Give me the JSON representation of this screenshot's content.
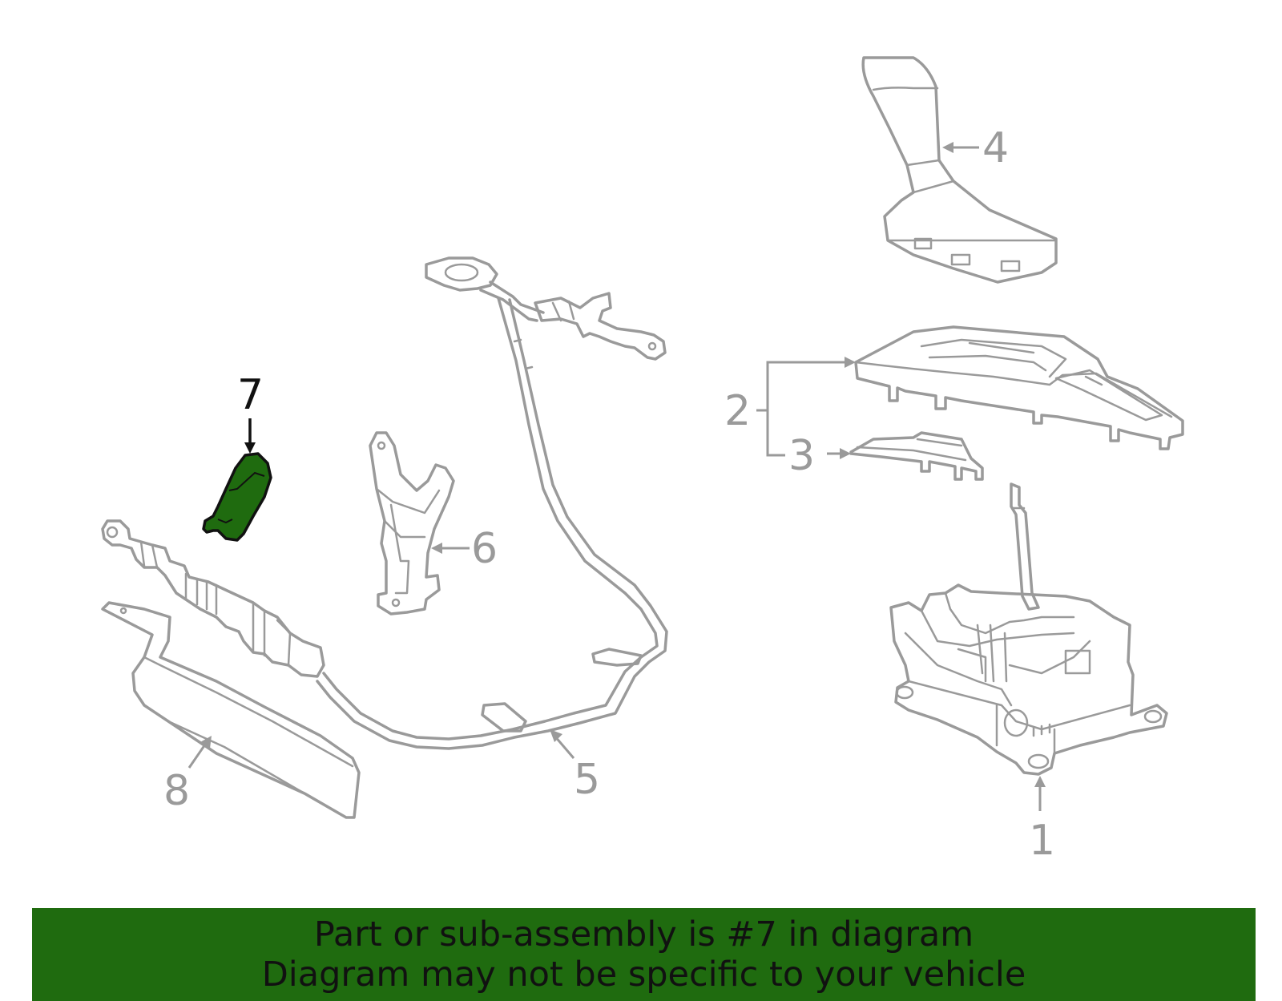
{
  "callouts": {
    "c1": "1",
    "c2": "2",
    "c3": "3",
    "c4": "4",
    "c5": "5",
    "c6": "6",
    "c7": "7",
    "c8": "8"
  },
  "highlight_color": "#1f6b0f",
  "part_stroke_color": "#9a9a9a",
  "banner": {
    "line1": "Part or sub-assembly is #7 in diagram",
    "line2": "Diagram may not be specific to your vehicle",
    "background": "#1f6b0f"
  }
}
